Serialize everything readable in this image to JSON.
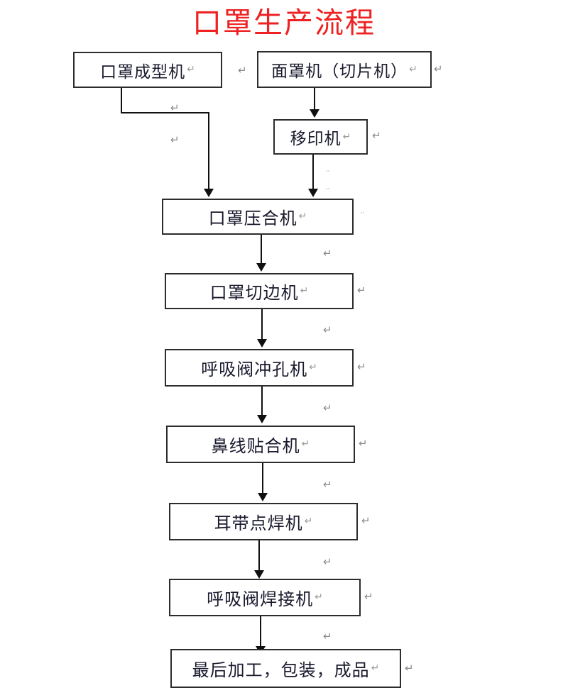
{
  "document": {
    "title": "口罩生产流程",
    "title_color": "#ee2222",
    "background": "#ffffff",
    "box_border_color": "#2c2c2c",
    "connector_color": "#101010",
    "paragraph_mark": "↵"
  },
  "nodes": [
    {
      "id": "mask-forming-machine",
      "label": "口罩成型机"
    },
    {
      "id": "face-mask-slicer",
      "label": "面罩机（切片机）"
    },
    {
      "id": "pad-printing-machine",
      "label": "移印机"
    },
    {
      "id": "mask-pressing-machine",
      "label": "口罩压合机"
    },
    {
      "id": "mask-edge-cutter",
      "label": "口罩切边机"
    },
    {
      "id": "valve-punching-machine",
      "label": "呼吸阀冲孔机"
    },
    {
      "id": "nose-wire-attacher",
      "label": "鼻线贴合机"
    },
    {
      "id": "earloop-spot-welder",
      "label": "耳带点焊机"
    },
    {
      "id": "valve-welding-machine",
      "label": "呼吸阀焊接机"
    },
    {
      "id": "final-processing",
      "label": "最后加工，包装，成品"
    }
  ],
  "flow": {
    "edges": [
      {
        "from": "mask-forming-machine",
        "to": "mask-pressing-machine",
        "style": "elbow"
      },
      {
        "from": "face-mask-slicer",
        "to": "pad-printing-machine",
        "style": "straight"
      },
      {
        "from": "pad-printing-machine",
        "to": "mask-pressing-machine",
        "style": "straight"
      },
      {
        "from": "mask-pressing-machine",
        "to": "mask-edge-cutter",
        "style": "straight"
      },
      {
        "from": "mask-edge-cutter",
        "to": "valve-punching-machine",
        "style": "straight"
      },
      {
        "from": "valve-punching-machine",
        "to": "nose-wire-attacher",
        "style": "straight"
      },
      {
        "from": "nose-wire-attacher",
        "to": "earloop-spot-welder",
        "style": "straight"
      },
      {
        "from": "earloop-spot-welder",
        "to": "valve-welding-machine",
        "style": "straight"
      },
      {
        "from": "valve-welding-machine",
        "to": "final-processing",
        "style": "straight"
      }
    ]
  },
  "marks": {
    "pilcrow": "↵",
    "tick": "⸳⸳"
  }
}
